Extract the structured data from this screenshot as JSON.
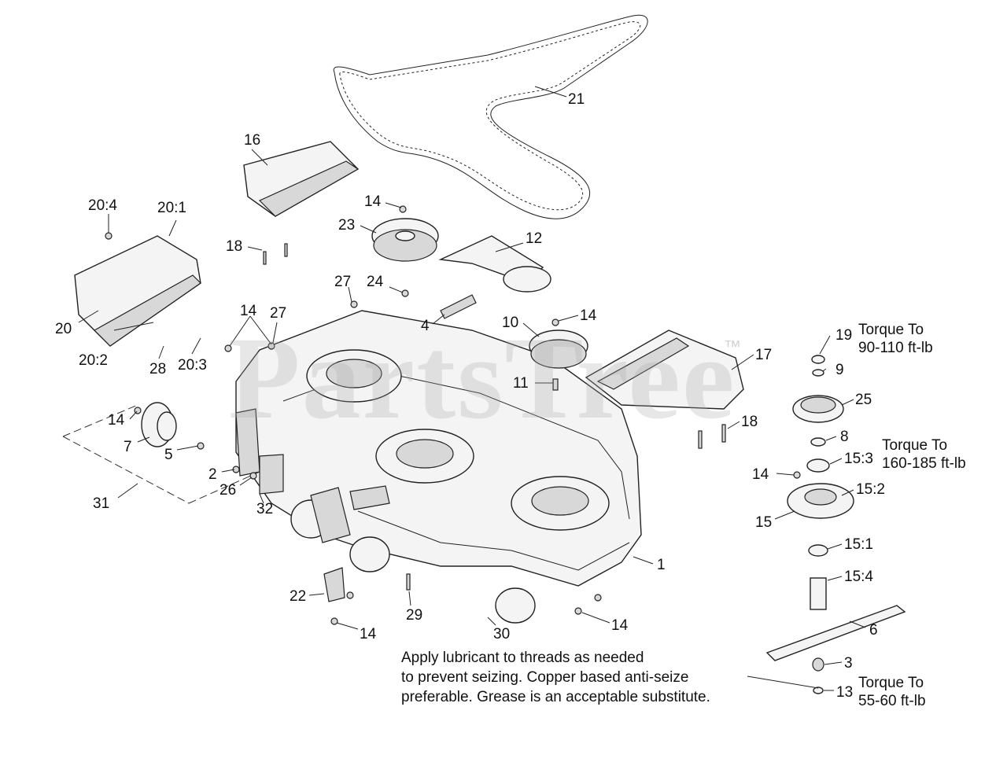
{
  "watermark": "PartsTree",
  "trademark": "™",
  "callouts": [
    {
      "id": "c21",
      "text": "21"
    },
    {
      "id": "c16",
      "text": "16"
    },
    {
      "id": "c14a",
      "text": "14"
    },
    {
      "id": "c23",
      "text": "23"
    },
    {
      "id": "c12",
      "text": "12"
    },
    {
      "id": "c20_4",
      "text": "20:4"
    },
    {
      "id": "c20_1",
      "text": "20:1"
    },
    {
      "id": "c18a",
      "text": "18"
    },
    {
      "id": "c27a",
      "text": "27"
    },
    {
      "id": "c24",
      "text": "24"
    },
    {
      "id": "c4",
      "text": "4"
    },
    {
      "id": "c10",
      "text": "10"
    },
    {
      "id": "c14b",
      "text": "14"
    },
    {
      "id": "c14c",
      "text": "14"
    },
    {
      "id": "c27b",
      "text": "27"
    },
    {
      "id": "c20",
      "text": "20"
    },
    {
      "id": "c20_2",
      "text": "20:2"
    },
    {
      "id": "c28",
      "text": "28"
    },
    {
      "id": "c20_3",
      "text": "20:3"
    },
    {
      "id": "c17",
      "text": "17"
    },
    {
      "id": "c19",
      "text": "19"
    },
    {
      "id": "c9",
      "text": "9"
    },
    {
      "id": "c11",
      "text": "11"
    },
    {
      "id": "c25",
      "text": "25"
    },
    {
      "id": "c14d",
      "text": "14"
    },
    {
      "id": "c7",
      "text": "7"
    },
    {
      "id": "c5",
      "text": "5"
    },
    {
      "id": "c18b",
      "text": "18"
    },
    {
      "id": "c8",
      "text": "8"
    },
    {
      "id": "c15_3",
      "text": "15:3"
    },
    {
      "id": "c2",
      "text": "2"
    },
    {
      "id": "c26",
      "text": "26"
    },
    {
      "id": "c14e",
      "text": "14"
    },
    {
      "id": "c15_2",
      "text": "15:2"
    },
    {
      "id": "c31",
      "text": "31"
    },
    {
      "id": "c32",
      "text": "32"
    },
    {
      "id": "c15",
      "text": "15"
    },
    {
      "id": "c15_1",
      "text": "15:1"
    },
    {
      "id": "c1",
      "text": "1"
    },
    {
      "id": "c15_4",
      "text": "15:4"
    },
    {
      "id": "c22",
      "text": "22"
    },
    {
      "id": "c29",
      "text": "29"
    },
    {
      "id": "c14f",
      "text": "14"
    },
    {
      "id": "c14g",
      "text": "14"
    },
    {
      "id": "c30",
      "text": "30"
    },
    {
      "id": "c6",
      "text": "6"
    },
    {
      "id": "c3",
      "text": "3"
    },
    {
      "id": "c13",
      "text": "13"
    }
  ],
  "torque_notes": {
    "spindle_nut": [
      "Torque To",
      "90-110 ft-lb"
    ],
    "spindle_hub": [
      "Torque To",
      "160-185 ft-lb"
    ],
    "blade_bolt": [
      "Torque To",
      "55-60 ft-lb"
    ]
  },
  "lubricant_note": [
    "Apply lubricant to threads as needed",
    "to prevent seizing. Copper based anti-seize",
    "preferable. Grease is an acceptable substitute."
  ]
}
